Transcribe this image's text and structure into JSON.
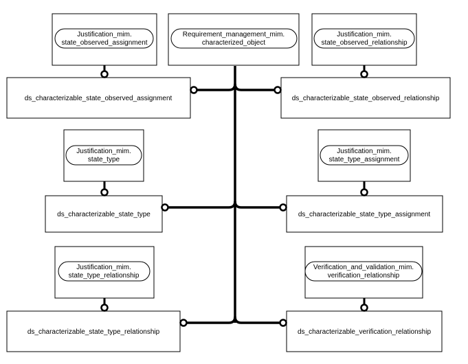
{
  "outer_boxes": {
    "top_left": {
      "line1": "Justification_mim.",
      "line2": "state_observed_assignment"
    },
    "top_center": {
      "line1": "Requirement_management_mim.",
      "line2": "characterized_object"
    },
    "top_right": {
      "line1": "Justification_mim.",
      "line2": "state_observed_relationship"
    },
    "mid_left": {
      "line1": "Justification_mim.",
      "line2": "state_type"
    },
    "mid_right": {
      "line1": "Justification_mim.",
      "line2": "state_type_assignment"
    },
    "bottom_left": {
      "line1": "Justification_mim.",
      "line2": "state_type_relationship"
    },
    "bottom_right": {
      "line1": "Verification_and_validation_mim.",
      "line2": "verification_relationship"
    }
  },
  "entities": {
    "row1_left": "ds_characterizable_state_observed_assignment",
    "row1_right": "ds_characterizable_state_observed_relationship",
    "row2_left": "ds_characterizable_state_type",
    "row2_right": "ds_characterizable_state_type_assignment",
    "row3_left": "ds_characterizable_state_type_relationship",
    "row3_right": "ds_characterizable_verification_relationship"
  }
}
